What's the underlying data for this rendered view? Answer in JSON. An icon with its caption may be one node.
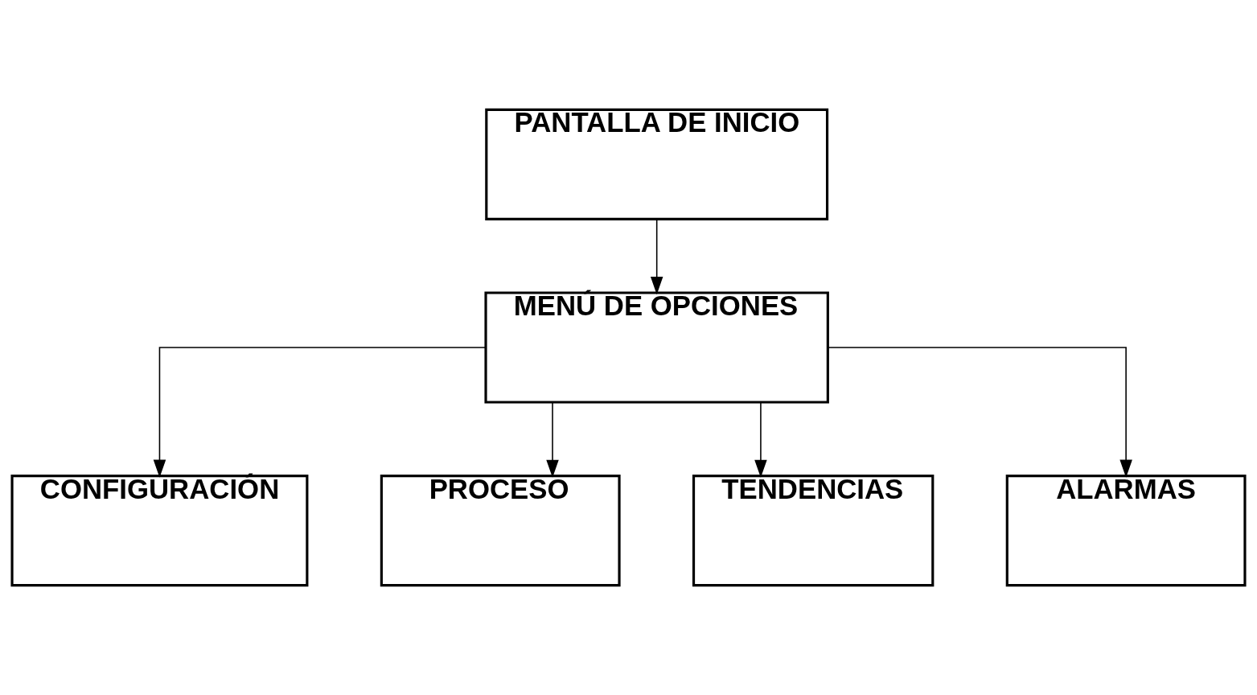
{
  "diagram": {
    "nodes": [
      {
        "text": [
          "PANTALLA DE INICIO"
        ]
      },
      {
        "text": [
          "MENÚ DE OPCIONES"
        ]
      },
      {
        "text": [
          "CONFIGURACIÓN"
        ]
      },
      {
        "text": [
          "PROCESO"
        ]
      },
      {
        "text": [
          "TENDENCIAS"
        ]
      },
      {
        "text": [
          "ALARMAS"
        ]
      }
    ],
    "edges": [
      {
        "from": 0,
        "to": 1,
        "arrow": "to"
      },
      {
        "from": 1,
        "to": 2,
        "arrow": "to"
      },
      {
        "from": 1,
        "to": 3,
        "arrow": "to"
      },
      {
        "from": 1,
        "to": 4,
        "arrow": "to"
      },
      {
        "from": 1,
        "to": 5,
        "arrow": "to"
      }
    ]
  }
}
